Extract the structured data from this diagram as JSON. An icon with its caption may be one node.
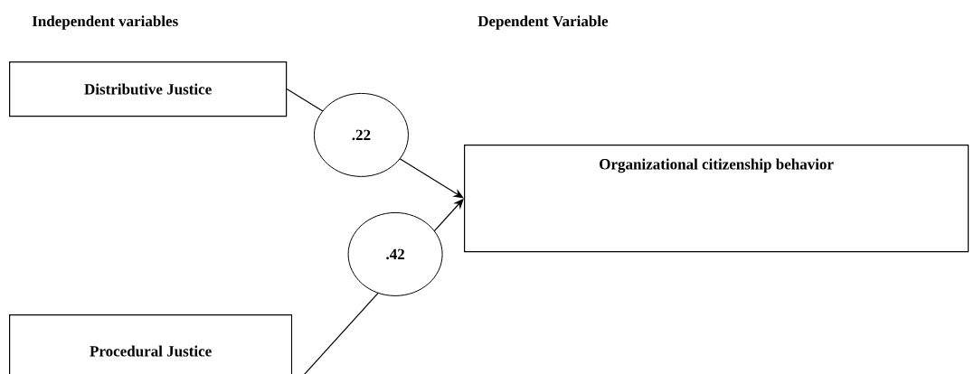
{
  "diagram": {
    "nodes": [
      {
        "text": [
          "Distributive Justice"
        ]
      },
      {
        "text": [
          "Procedural Justice"
        ]
      },
      {
        "text": [
          "Organizational citizenship behavior"
        ]
      }
    ],
    "edges": [
      {
        "from": 0,
        "to": 2,
        "arrow": "to",
        "label": ".22"
      },
      {
        "from": 1,
        "to": 2,
        "arrow": "to",
        "label": ".42"
      }
    ],
    "labels": [
      "Independent variables",
      "Dependent Variable"
    ]
  }
}
